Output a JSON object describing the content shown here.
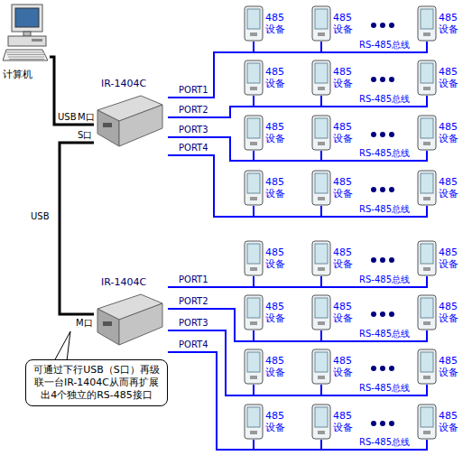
{
  "diagram": {
    "nodes": [
      {
        "text": [
          "计算机"
        ]
      },
      {
        "text": [
          "IR-1404C"
        ]
      },
      {
        "text": [
          "485 设备"
        ]
      },
      {
        "text": [
          "485 设备"
        ]
      },
      {
        "text": [
          "485 设备"
        ]
      },
      {
        "text": [
          "485 设备"
        ]
      },
      {
        "text": [
          "485 设备"
        ]
      },
      {
        "text": [
          "485 设备"
        ]
      },
      {
        "text": [
          "485 设备"
        ]
      },
      {
        "text": [
          "485 设备"
        ]
      },
      {
        "text": [
          "485 设备"
        ]
      },
      {
        "text": [
          "485 设备"
        ]
      },
      {
        "text": [
          "485 设备"
        ]
      },
      {
        "text": [
          "485 设备"
        ]
      },
      {
        "text": [
          "IR-1404C"
        ]
      },
      {
        "text": [
          "485 设备"
        ]
      },
      {
        "text": [
          "485 设备"
        ]
      },
      {
        "text": [
          "485 设备"
        ]
      },
      {
        "text": [
          "485 设备"
        ]
      },
      {
        "text": [
          "485 设备"
        ]
      },
      {
        "text": [
          "485 设备"
        ]
      },
      {
        "text": [
          "485 设备"
        ]
      },
      {
        "text": [
          "485 设备"
        ]
      },
      {
        "text": [
          "485 设备"
        ]
      },
      {
        "text": [
          "485 设备"
        ]
      },
      {
        "text": [
          "485 设备"
        ]
      },
      {
        "text": [
          "485 设备"
        ]
      },
      {
        "text": [
          "可通过下行USB（S口）再级联一台IR-1404C从而再扩展出4个独立的RS-485接口"
        ]
      }
    ],
    "edges": [
      {
        "from": 0,
        "to": 1,
        "arrow": "none",
        "label": "USB"
      },
      {
        "from": 1,
        "to": 14,
        "arrow": "none",
        "label": "USB"
      },
      {
        "from": 1,
        "to": 2,
        "arrow": "none",
        "label": "PORT1"
      },
      {
        "from": 1,
        "to": 3,
        "arrow": "none"
      },
      {
        "from": 1,
        "to": 4,
        "arrow": "none"
      },
      {
        "from": 1,
        "to": 5,
        "arrow": "none",
        "label": "PORT2"
      },
      {
        "from": 1,
        "to": 6,
        "arrow": "none"
      },
      {
        "from": 1,
        "to": 7,
        "arrow": "none"
      },
      {
        "from": 1,
        "to": 8,
        "arrow": "none",
        "label": "PORT3"
      },
      {
        "from": 1,
        "to": 9,
        "arrow": "none"
      },
      {
        "from": 1,
        "to": 10,
        "arrow": "none"
      },
      {
        "from": 1,
        "to": 11,
        "arrow": "none",
        "label": "PORT4"
      },
      {
        "from": 1,
        "to": 12,
        "arrow": "none"
      },
      {
        "from": 1,
        "to": 13,
        "arrow": "none"
      },
      {
        "from": 14,
        "to": 15,
        "arrow": "none",
        "label": "PORT1"
      },
      {
        "from": 14,
        "to": 16,
        "arrow": "none"
      },
      {
        "from": 14,
        "to": 17,
        "arrow": "none"
      },
      {
        "from": 14,
        "to": 18,
        "arrow": "none",
        "label": "PORT2"
      },
      {
        "from": 14,
        "to": 19,
        "arrow": "none"
      },
      {
        "from": 14,
        "to": 20,
        "arrow": "none"
      },
      {
        "from": 14,
        "to": 21,
        "arrow": "none",
        "label": "PORT3"
      },
      {
        "from": 14,
        "to": 22,
        "arrow": "none"
      },
      {
        "from": 14,
        "to": 23,
        "arrow": "none"
      },
      {
        "from": 14,
        "to": 24,
        "arrow": "none",
        "label": "PORT4"
      },
      {
        "from": 14,
        "to": 25,
        "arrow": "none"
      },
      {
        "from": 14,
        "to": 26,
        "arrow": "none"
      }
    ],
    "labels": [
      "M口",
      "S口",
      "M口",
      "RS-485总线",
      "RS-485总线",
      "RS-485总线",
      "RS-485总线",
      "RS-485总线",
      "RS-485总线",
      "RS-485总线",
      "RS-485总线"
    ]
  }
}
